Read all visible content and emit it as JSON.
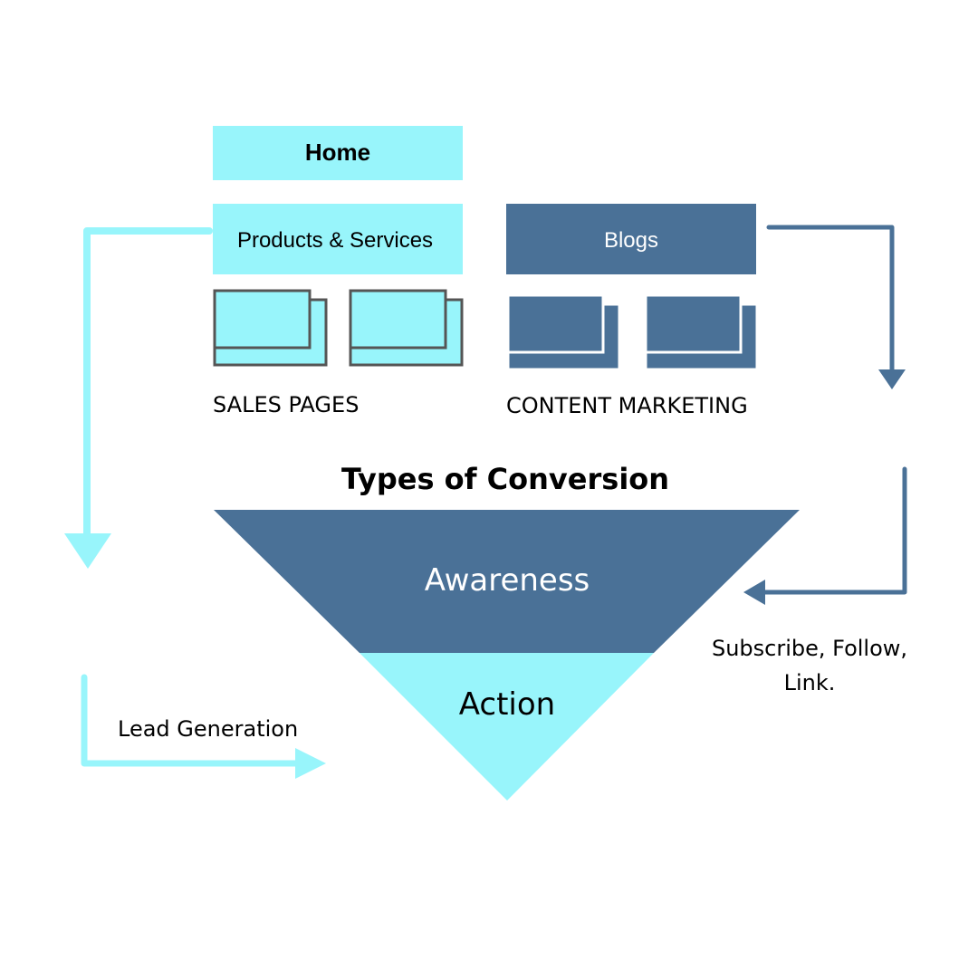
{
  "diagram": {
    "nav": {
      "home_label": "Home",
      "products_label": "Products & Services",
      "blogs_label": "Blogs"
    },
    "captions": {
      "sales_pages": "SALES PAGES",
      "content_marketing": "CONTENT MARKETING"
    },
    "funnel": {
      "title": "Types of Conversion",
      "top_label": "Awareness",
      "bottom_label": "Action"
    },
    "flows": {
      "left_label": "Lead Generation",
      "right_label_line1": "Subscribe, Follow,",
      "right_label_line2": "Link."
    }
  },
  "colors": {
    "light": "#98F5FB",
    "dark": "#4A7197",
    "text": "#000000",
    "text_on_dark": "#ffffff",
    "page_border": "#555555"
  }
}
